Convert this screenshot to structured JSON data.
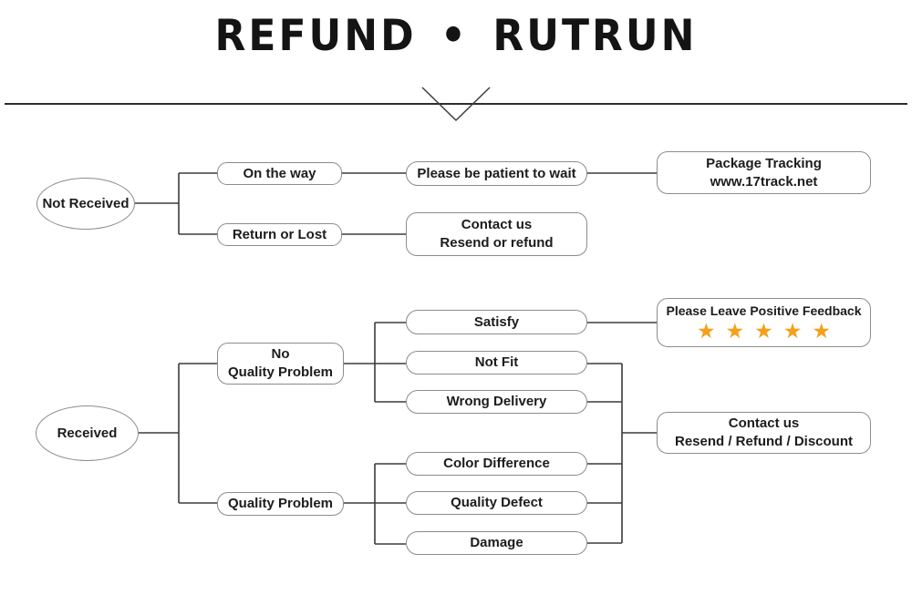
{
  "title": "REFUND • RUTRUN",
  "colors": {
    "star": "#F5A01B",
    "connector": "#3b3b3b",
    "node_border": "#8c8c8c",
    "text": "#1c1c1c"
  },
  "sections": {
    "not_received": {
      "label": "Not Received",
      "on_the_way": "On the way",
      "be_patient": "Please be patient to wait",
      "package_tracking": "Package Tracking\nwww.17track.net",
      "return_or_lost": "Return or Lost",
      "contact_resend_refund": "Contact us\nResend or refund"
    },
    "received": {
      "label": "Received",
      "no_quality_problem": "No\nQuality Problem",
      "satisfy": "Satisfy",
      "not_fit": "Not Fit",
      "wrong_delivery": "Wrong Delivery",
      "feedback": {
        "label": "Please Leave Positive Feedback",
        "stars": "★★★★★"
      },
      "quality_problem": "Quality Problem",
      "color_difference": "Color Difference",
      "quality_defect": "Quality Defect",
      "damage": "Damage",
      "contact_resend_refund_discount": "Contact us\nResend / Refund / Discount"
    }
  }
}
